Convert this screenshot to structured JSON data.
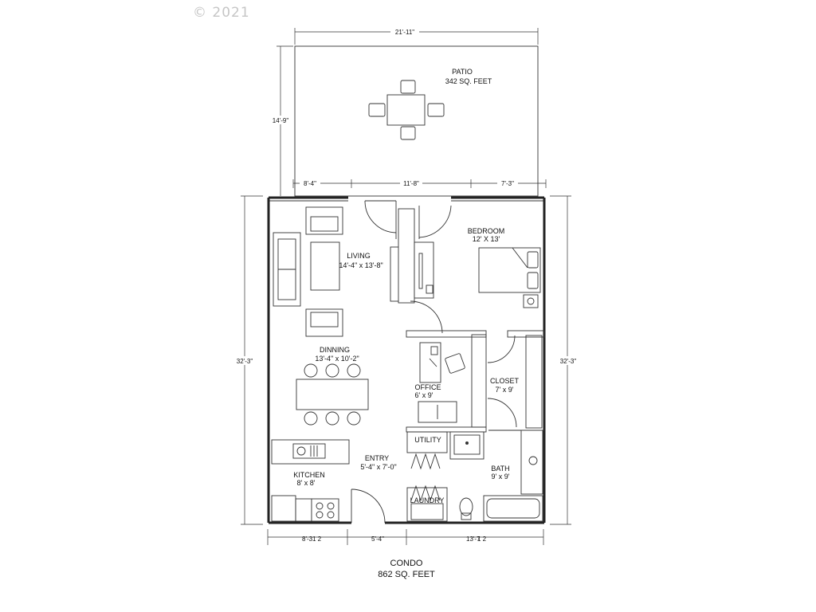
{
  "watermark": "© 2021",
  "caption": {
    "line1": "CONDO",
    "line2": "862 SQ. FEET"
  },
  "rooms": {
    "patio": {
      "name": "PATIO",
      "size": "342 SQ. FEET"
    },
    "living": {
      "name": "LIVING",
      "size": "14'-4\" x 13'-8\""
    },
    "bedroom": {
      "name": "BEDROOM",
      "size": "12' X 13'"
    },
    "dining": {
      "name": "DINNING",
      "size": "13'-4\" x 10'-2\""
    },
    "office": {
      "name": "OFFICE",
      "size": "6' x 9'"
    },
    "closet": {
      "name": "CLOSET",
      "size": "7' x 9'"
    },
    "entry": {
      "name": "ENTRY",
      "size": "5'-4\" x 7'-0\""
    },
    "kitchen": {
      "name": "KITCHEN",
      "size": "8' x 8'"
    },
    "bath": {
      "name": "BATH",
      "size": "9' x 9'"
    },
    "utility": {
      "name": "UTILITY"
    },
    "laundry": {
      "name": "LAUNDRY"
    }
  },
  "dimensions": {
    "patio_width": "21'-11\"",
    "patio_depth": "14'-9\"",
    "top_left": "8'-4\"",
    "top_middle": "11'-8\"",
    "top_right": "7'-3\"",
    "height_left": "32'-3\"",
    "height_right": "32'-3\"",
    "bottom_left": "8'-3",
    "bottom_left_frac": "1 2",
    "bottom_middle": "5'-4\"",
    "bottom_right": "13'-7",
    "bottom_right_frac": "1 2"
  }
}
